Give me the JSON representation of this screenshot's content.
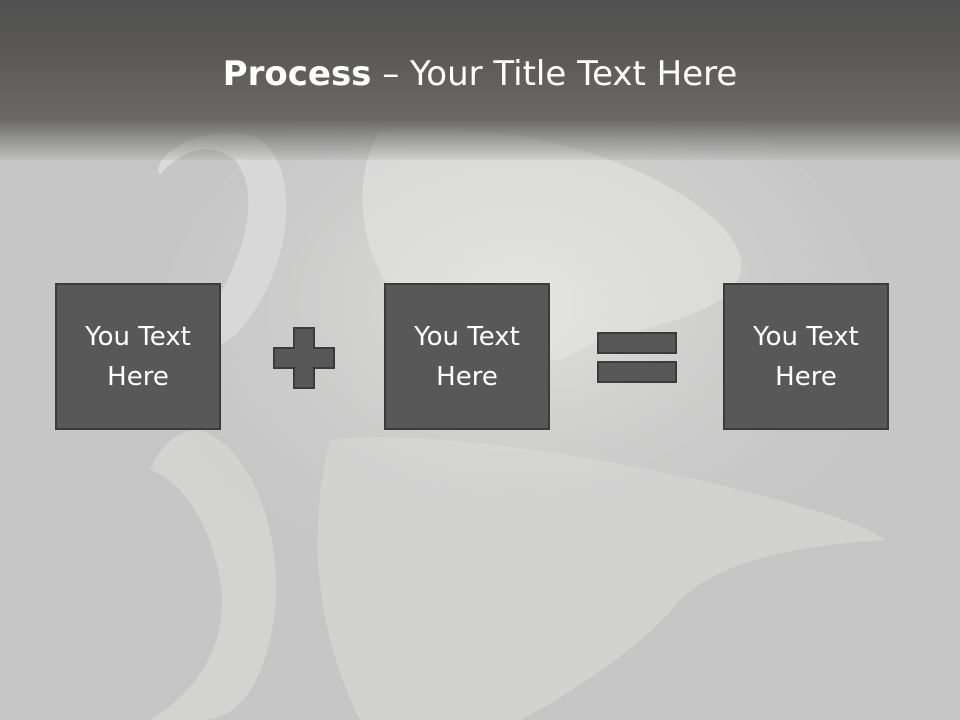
{
  "slide": {
    "title_bold": "Process",
    "title_rest": " – Your Title Text Here"
  },
  "process": {
    "boxes": [
      {
        "text": "You Text Here"
      },
      {
        "text": "You Text Here"
      },
      {
        "text": "You Text Here"
      }
    ],
    "operators": [
      "plus-icon",
      "equals-icon"
    ]
  },
  "colors": {
    "background": "#c8c8c8",
    "header": "#5a5957",
    "box_fill": "#585858",
    "box_border": "#3b3b3b",
    "text": "#ffffff"
  }
}
